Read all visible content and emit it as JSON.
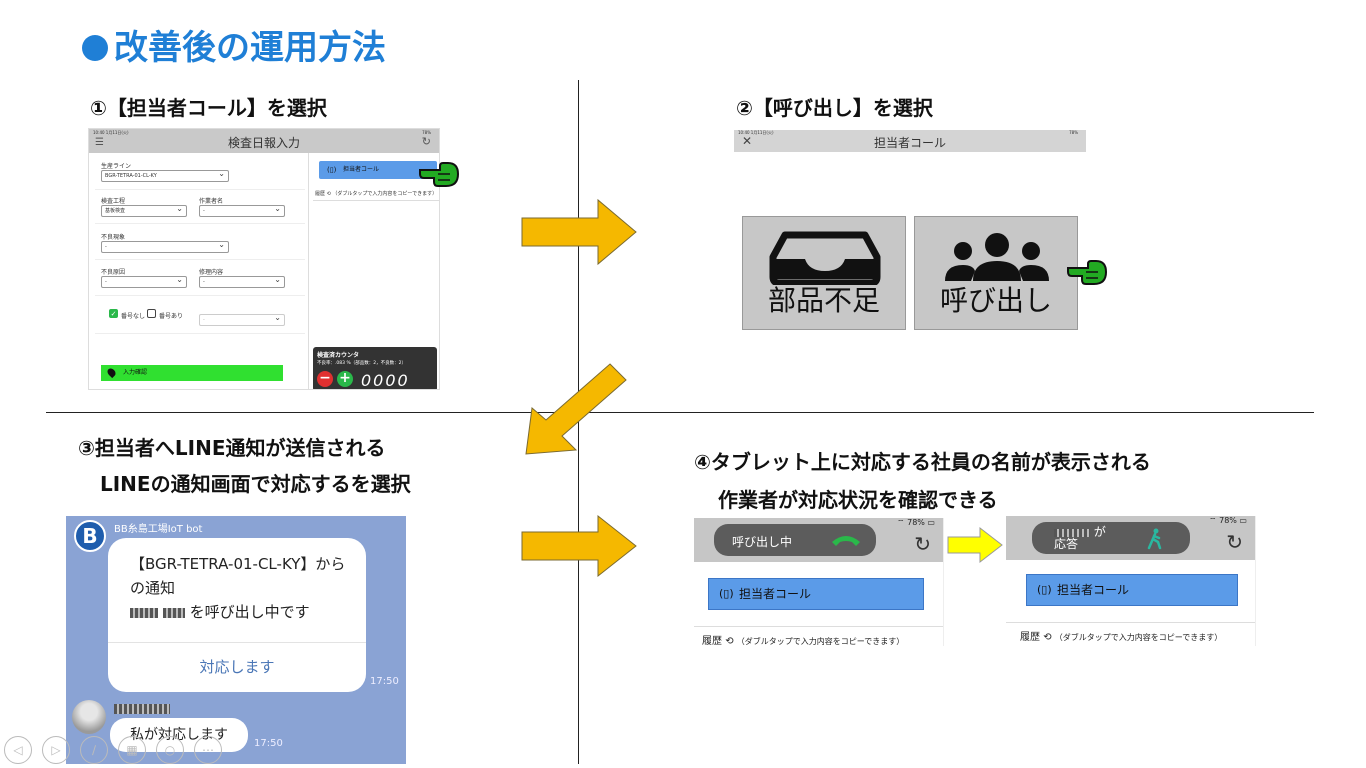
{
  "title": "改善後の運用方法",
  "steps": {
    "s1": "①【担当者コール】を選択",
    "s2": "②【呼び出し】を選択",
    "s3_line1": "③担当者へLINE通知が送信される",
    "s3_line2": "LINEの通知画面で対応するを選択",
    "s4_line1": "④タブレット上に対応する社員の名前が表示される",
    "s4_line2": "作業者が対応状況を確認できる"
  },
  "screen1": {
    "title": "検査日報入力",
    "status_left": "10:40 1月11日(火)",
    "status_right": "78%",
    "fields": {
      "line_label": "生産ライン",
      "line_value": "BGR-TETRA-01-CL-KY",
      "process_label": "検査工程",
      "process_value": "基板検査",
      "worker_label": "作業者名",
      "worker_value": "-",
      "defect_label": "不良現象",
      "defect_value": "-",
      "cause_label": "不良原因",
      "cause_value": "-",
      "repair_label": "修理内容",
      "repair_value": "-",
      "no_serial": "番号なし",
      "has_serial": "番号あり",
      "serial_value": "-"
    },
    "confirm_button": "入力確認",
    "call_button": "担当者コール",
    "history": "履歴",
    "history_note": "（ダブルタップで入力内容をコピーできます）",
    "counter": {
      "title": "検査済カウンタ",
      "sub": "不良率：.083 %（部品数：2，不良数：2）",
      "value": "0000"
    }
  },
  "screen2": {
    "title": "担当者コール",
    "status_left": "10:40 1月11日(火)",
    "status_right": "78%",
    "tile_parts": "部品不足",
    "tile_call": "呼び出し"
  },
  "screen3": {
    "bot_name": "BB糸島工場IoT bot",
    "message_l1": "【BGR-TETRA-01-CL-KY】から",
    "message_l2": "の通知",
    "message_l3": "を呼び出し中です",
    "action": "対応します",
    "time1": "17:50",
    "reply": "私が対応します",
    "time2": "17:50"
  },
  "screen4": {
    "status": "78%",
    "calling": "呼び出し中",
    "responding_line1": "が",
    "responding_line2": "応答",
    "call_button": "担当者コール",
    "history": "履歴",
    "history_note": "（ダブルタップで入力内容をコピーできます）"
  },
  "colors": {
    "title_blue": "#1f7fd6",
    "arrow_orange": "#f5b800",
    "arrow_yellow": "#ffff00",
    "line_bg": "#8aa3d4",
    "call_blue": "#5b9be8",
    "confirm_green": "#30e030",
    "hand_green": "#22aa22"
  }
}
